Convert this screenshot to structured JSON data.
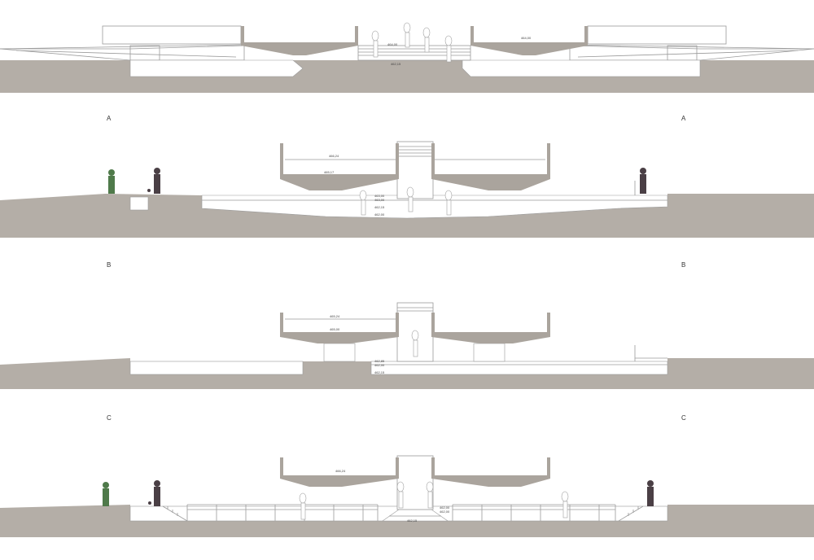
{
  "sections": [
    {
      "id": "elevation",
      "labels": null,
      "elevations": [
        "464,00",
        "464,00",
        "462,15"
      ]
    },
    {
      "id": "section-a",
      "labels": {
        "left": "A",
        "right": "A"
      },
      "elevations": [
        "466,24",
        "465,17",
        "463,00",
        "463,00",
        "462,15",
        "462,00"
      ]
    },
    {
      "id": "section-b",
      "labels": {
        "left": "B",
        "right": "B"
      },
      "elevations": [
        "465,24",
        "465,00",
        "462,85",
        "462,00",
        "462,15"
      ]
    },
    {
      "id": "section-c",
      "labels": {
        "left": "C",
        "right": "C"
      },
      "elevations": [
        "466,24",
        "462,00",
        "462,00",
        "462,15"
      ]
    }
  ],
  "colors": {
    "ground": "#b4aea7",
    "slab": "#aaa49d",
    "lines": "#9a9a9a",
    "figure_dark": "#4a3f45",
    "figure_green": "#4f7a4a"
  }
}
